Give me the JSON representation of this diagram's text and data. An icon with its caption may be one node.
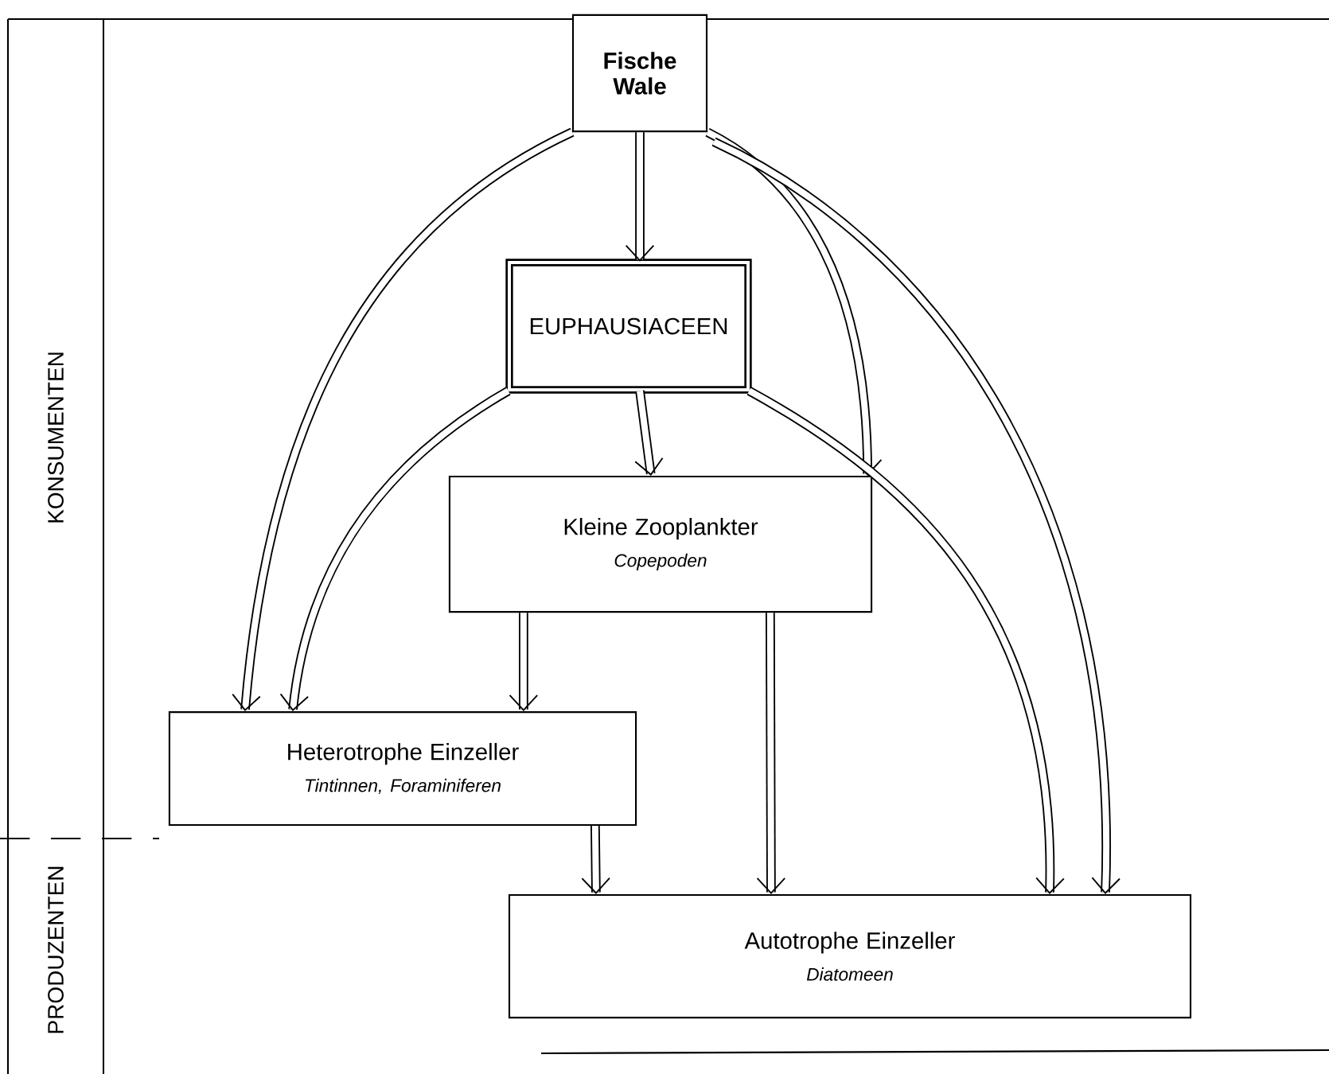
{
  "diagram": {
    "nodes": [
      {
        "text": [
          "Fische Wale"
        ]
      },
      {
        "text": [
          "EUPHAUSIACEEN"
        ]
      },
      {
        "text": [
          "Kleine Zooplankter",
          "Copepoden"
        ]
      },
      {
        "text": [
          "Heterotrophe Einzeller",
          "Tintinnen, Foraminiferen"
        ]
      },
      {
        "text": [
          "Autotrophe Einzeller",
          "Diatomeen"
        ]
      }
    ],
    "edges": [
      {
        "from": 0,
        "to": 1,
        "arrow": "to"
      },
      {
        "from": 0,
        "to": 3,
        "arrow": "to"
      },
      {
        "from": 0,
        "to": 2,
        "arrow": "to"
      },
      {
        "from": 0,
        "to": 4,
        "arrow": "to"
      },
      {
        "from": 1,
        "to": 2,
        "arrow": "to"
      },
      {
        "from": 1,
        "to": 3,
        "arrow": "to"
      },
      {
        "from": 1,
        "to": 4,
        "arrow": "to"
      },
      {
        "from": 2,
        "to": 3,
        "arrow": "to"
      },
      {
        "from": 2,
        "to": 4,
        "arrow": "to"
      },
      {
        "from": 3,
        "to": 4,
        "arrow": "to"
      }
    ],
    "labels": [
      "KONSUMENTEN",
      "PRODUZENTEN"
    ]
  }
}
